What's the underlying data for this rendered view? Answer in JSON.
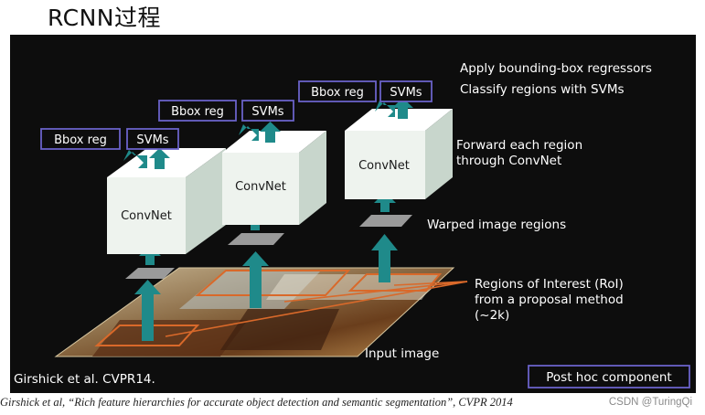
{
  "page_title": "RCNN过程",
  "stage_labels": {
    "apply_bbox": "Apply bounding-box regressors",
    "classify_svm": "Classify regions with SVMs",
    "forward_1": "Forward each region",
    "forward_2": "through ConvNet",
    "warped": "Warped image regions",
    "roi_1": "Regions of Interest (RoI)",
    "roi_2": "from a proposal method",
    "roi_3": "(~2k)",
    "input": "Input image"
  },
  "heads": [
    {
      "bbox": "Bbox reg",
      "svm": "SVMs",
      "net": "ConvNet"
    },
    {
      "bbox": "Bbox reg",
      "svm": "SVMs",
      "net": "ConvNet"
    },
    {
      "bbox": "Bbox reg",
      "svm": "SVMs",
      "net": "ConvNet"
    }
  ],
  "citation_slide": "Girshick et al. CVPR14.",
  "legend_box": "Post hoc component",
  "caption": "Girshick et al, “Rich feature hierarchies for accurate object detection and semantic segmentation”, CVPR 2014",
  "watermark": "CSDN @TuringQi",
  "colors": {
    "background": "#0d0d0d",
    "arrow": "#1f8a8a",
    "box_border": "#6a62c8",
    "cube_front": "#eef3ee",
    "roi_line": "#d9692a"
  }
}
